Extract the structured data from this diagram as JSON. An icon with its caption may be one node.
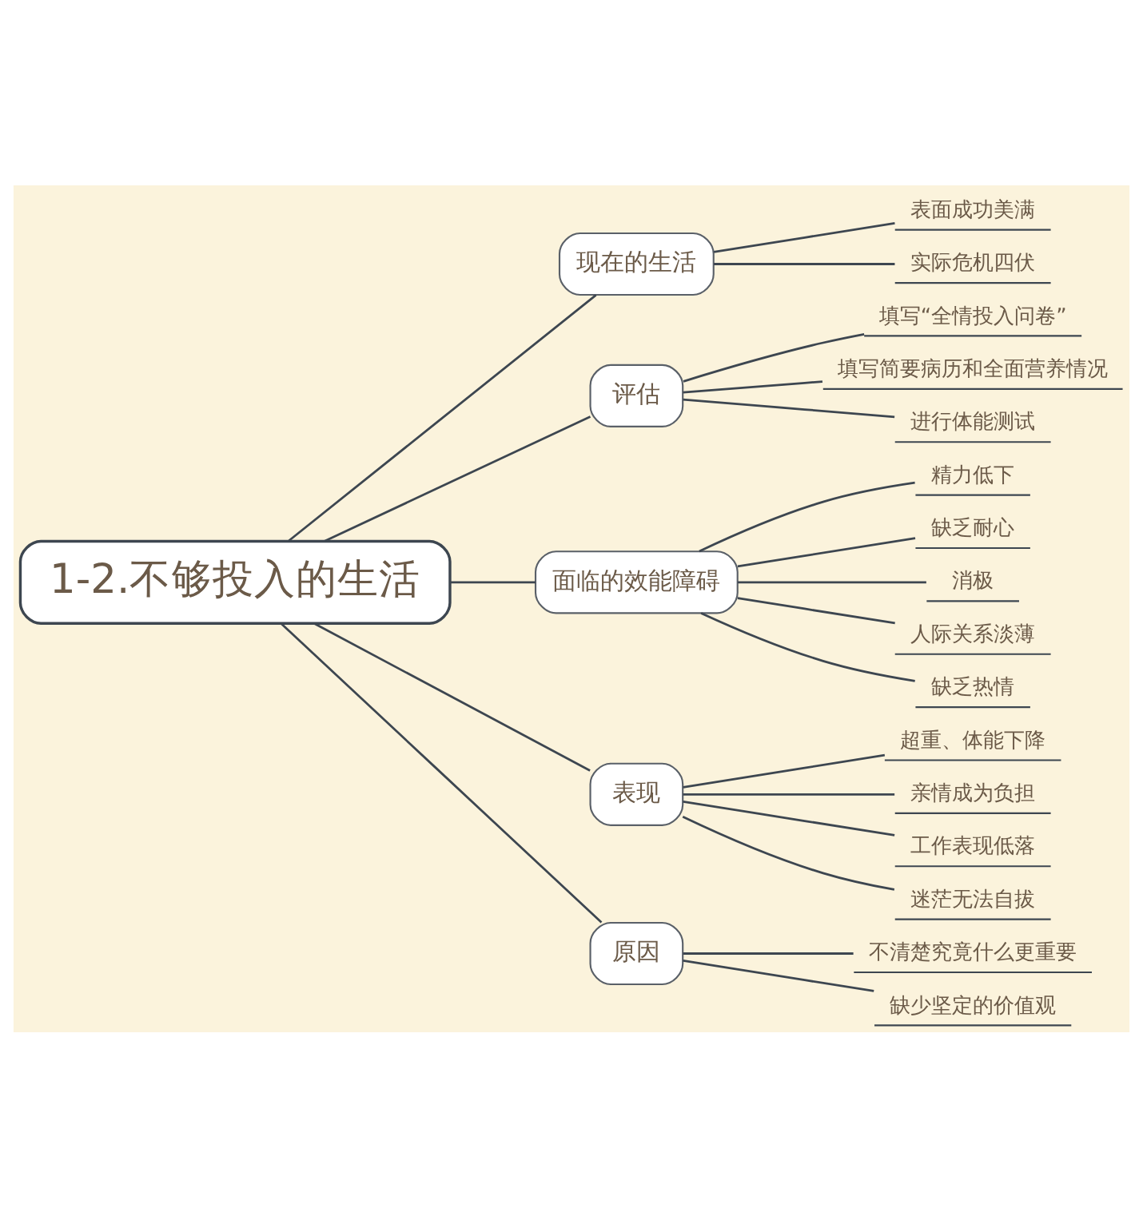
{
  "diagram": {
    "nodes": [
      {
        "text": [
          "1-2.不够投入的生活"
        ]
      },
      {
        "text": [
          "现在的生活"
        ]
      },
      {
        "text": [
          "表面成功美满"
        ]
      },
      {
        "text": [
          "实际危机四伏"
        ]
      },
      {
        "text": [
          "评估"
        ]
      },
      {
        "text": [
          "填写“全情投入问卷”"
        ]
      },
      {
        "text": [
          "填写简要病历和全面营养情况"
        ]
      },
      {
        "text": [
          "进行体能测试"
        ]
      },
      {
        "text": [
          "面临的效能障碍"
        ]
      },
      {
        "text": [
          "精力低下"
        ]
      },
      {
        "text": [
          "缺乏耐心"
        ]
      },
      {
        "text": [
          "消极"
        ]
      },
      {
        "text": [
          "人际关系淡薄"
        ]
      },
      {
        "text": [
          "缺乏热情"
        ]
      },
      {
        "text": [
          "表现"
        ]
      },
      {
        "text": [
          "超重、体能下降"
        ]
      },
      {
        "text": [
          "亲情成为负担"
        ]
      },
      {
        "text": [
          "工作表现低落"
        ]
      },
      {
        "text": [
          "迷茫无法自拔"
        ]
      },
      {
        "text": [
          "原因"
        ]
      },
      {
        "text": [
          "不清楚究竟什么更重要"
        ]
      },
      {
        "text": [
          "缺少坚定的价值观"
        ]
      }
    ],
    "edges": [
      {
        "from": 0,
        "to": 1,
        "arrow": "none"
      },
      {
        "from": 1,
        "to": 2,
        "arrow": "none"
      },
      {
        "from": 1,
        "to": 3,
        "arrow": "none"
      },
      {
        "from": 0,
        "to": 4,
        "arrow": "none"
      },
      {
        "from": 4,
        "to": 5,
        "arrow": "none"
      },
      {
        "from": 4,
        "to": 6,
        "arrow": "none"
      },
      {
        "from": 4,
        "to": 7,
        "arrow": "none"
      },
      {
        "from": 0,
        "to": 8,
        "arrow": "none"
      },
      {
        "from": 8,
        "to": 9,
        "arrow": "none"
      },
      {
        "from": 8,
        "to": 10,
        "arrow": "none"
      },
      {
        "from": 8,
        "to": 11,
        "arrow": "none"
      },
      {
        "from": 8,
        "to": 12,
        "arrow": "none"
      },
      {
        "from": 8,
        "to": 13,
        "arrow": "none"
      },
      {
        "from": 0,
        "to": 14,
        "arrow": "none"
      },
      {
        "from": 14,
        "to": 15,
        "arrow": "none"
      },
      {
        "from": 14,
        "to": 16,
        "arrow": "none"
      },
      {
        "from": 14,
        "to": 17,
        "arrow": "none"
      },
      {
        "from": 14,
        "to": 18,
        "arrow": "none"
      },
      {
        "from": 0,
        "to": 19,
        "arrow": "none"
      },
      {
        "from": 19,
        "to": 20,
        "arrow": "none"
      },
      {
        "from": 19,
        "to": 21,
        "arrow": "none"
      }
    ]
  }
}
